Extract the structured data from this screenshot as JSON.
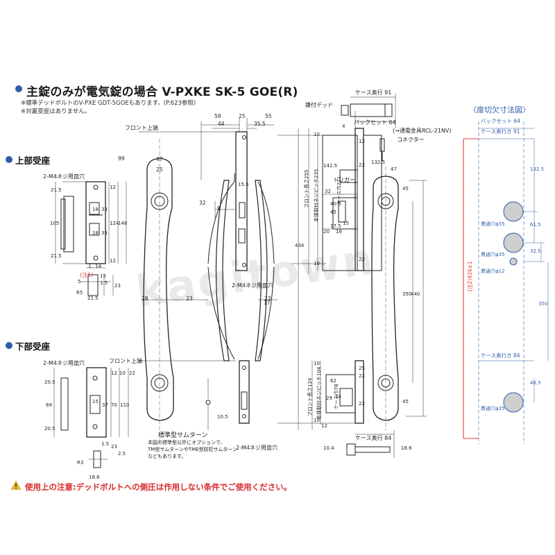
{
  "header": {
    "title": "主錠のみが電気錠の場合 V-PXKE SK-5 GOE(R)",
    "note1": "※標準デッドボルトのV-PXE GDT-5GOEもあります。(P.623参照)",
    "note2": "※対裏受座はありません。"
  },
  "sections": {
    "upper": "上部受座",
    "lower": "下部受座",
    "cutout": "〈扉切欠寸法図〉"
  },
  "labels": {
    "screw_upper": "2-M4ネジ用皿穴",
    "screw_lower": "2-M4ネジ用皿穴",
    "screw_mid": "2-M4ネジ用皿穴",
    "screw_bottom": "2-M4ネジ用皿穴",
    "front_top_a": "フロント上端",
    "front_top_b": "フロント上端",
    "deadbolt": "鎌付デッド",
    "case_depth_top": "ケース奥行 91",
    "backset": "バックセット 64",
    "electric": "(→通電金具RCL-21NV)",
    "connector": "コネクター",
    "trigger": "トリガー",
    "thumbturn": "標準型サムターン",
    "thumbturn_note1": "本図の標準型以外にオプションで、",
    "thumbturn_note2": "TM型サムターンやTME型防犯サムターン",
    "thumbturn_note3": "などもあります。",
    "case_depth_bottom": "ケース奥行 84",
    "note_1": "(注1)",
    "L": "L",
    "front_len_255": "フロント長さ255",
    "body_pitch_235": "本体取付ネジピッチ235",
    "case_width_211": "ケース巾211",
    "front_len_124": "フロント長さ124",
    "body_pitch_104": "本体取付ネジピッチ104",
    "case_width_78": "ケース巾78",
    "cut_backset": "バックセット 64",
    "cut_case91": "ケース奥行き 91",
    "cut_case84": "ケース奥行き 84",
    "hole1": "貫通穴φ35",
    "hole2": "貫通穴φ35",
    "hole3": "貫通穴φ12",
    "hole4": "貫通穴φ35",
    "note2_434": "(注2)434±1",
    "watermark": "kagitown"
  },
  "dims": {
    "d59": "59",
    "d44": "44",
    "d25a": "25",
    "d35_5": "35.5",
    "d55": "55",
    "d99": "99",
    "d47a": "47",
    "d25b": "25",
    "d28": "28",
    "d23a": "23",
    "d23b": "23",
    "d17": "17",
    "d32": "32",
    "d15_5": "15.5",
    "d9a": "9",
    "u21_5a": "21.5",
    "u105": "105",
    "u21_5b": "21.5",
    "u14": "14",
    "u5": "5",
    "u12a": "12",
    "u33a": "33",
    "u33b": "33",
    "u124": "124",
    "u148": "148",
    "u18a": "18",
    "u18b": "18",
    "u15": "15",
    "u1_5": "1.5",
    "u23": "23",
    "u12b": "12",
    "uR5": "R5",
    "u21_5c": "21.5",
    "l20_5a": "20.5",
    "l69": "69",
    "l20_5b": "20.5",
    "l15": "15",
    "l37": "37",
    "l70": "70",
    "l110": "110",
    "l22": "22",
    "l10a": "10",
    "l12": "12",
    "l1_5": "1.5",
    "l23": "23",
    "l2_5": "2.5",
    "lR3": "R3",
    "l18_8": "18.8",
    "l10_5": "10.5",
    "m4": "4",
    "m10a": "10",
    "m10b": "10",
    "m12": "12",
    "m132_5": "132.5",
    "m141_5": "141.5",
    "m32": "32",
    "m40_5": "40.5",
    "m45": "45",
    "m20": "20",
    "m17_5": "17.5",
    "m18": "18",
    "m15": "15",
    "m22a": "22",
    "m22b": "22",
    "m47": "47",
    "m45b": "45",
    "m434": "434",
    "m350": "350",
    "m440": "440",
    "m62": "62",
    "m29": "29",
    "m14": "14",
    "m12b": "12",
    "m22c": "22",
    "m10c": "10",
    "m10d": "10",
    "m45c": "45",
    "m22d": "22",
    "m25": "25",
    "m10_4": "10.4",
    "m18_6": "18.6",
    "c132_5": "132.5",
    "c61_5": "61.5",
    "c32_5": "32.5",
    "c350": "350",
    "c48_5": "48.5"
  },
  "colors": {
    "accent": "#2f5ea8",
    "warning": "#d9292b",
    "redline": "#e23b3b",
    "drawing": "#222222"
  },
  "footer": {
    "warning": "使用上の注意:デッドボルトへの側圧は作用しない条件でご使用ください。"
  }
}
